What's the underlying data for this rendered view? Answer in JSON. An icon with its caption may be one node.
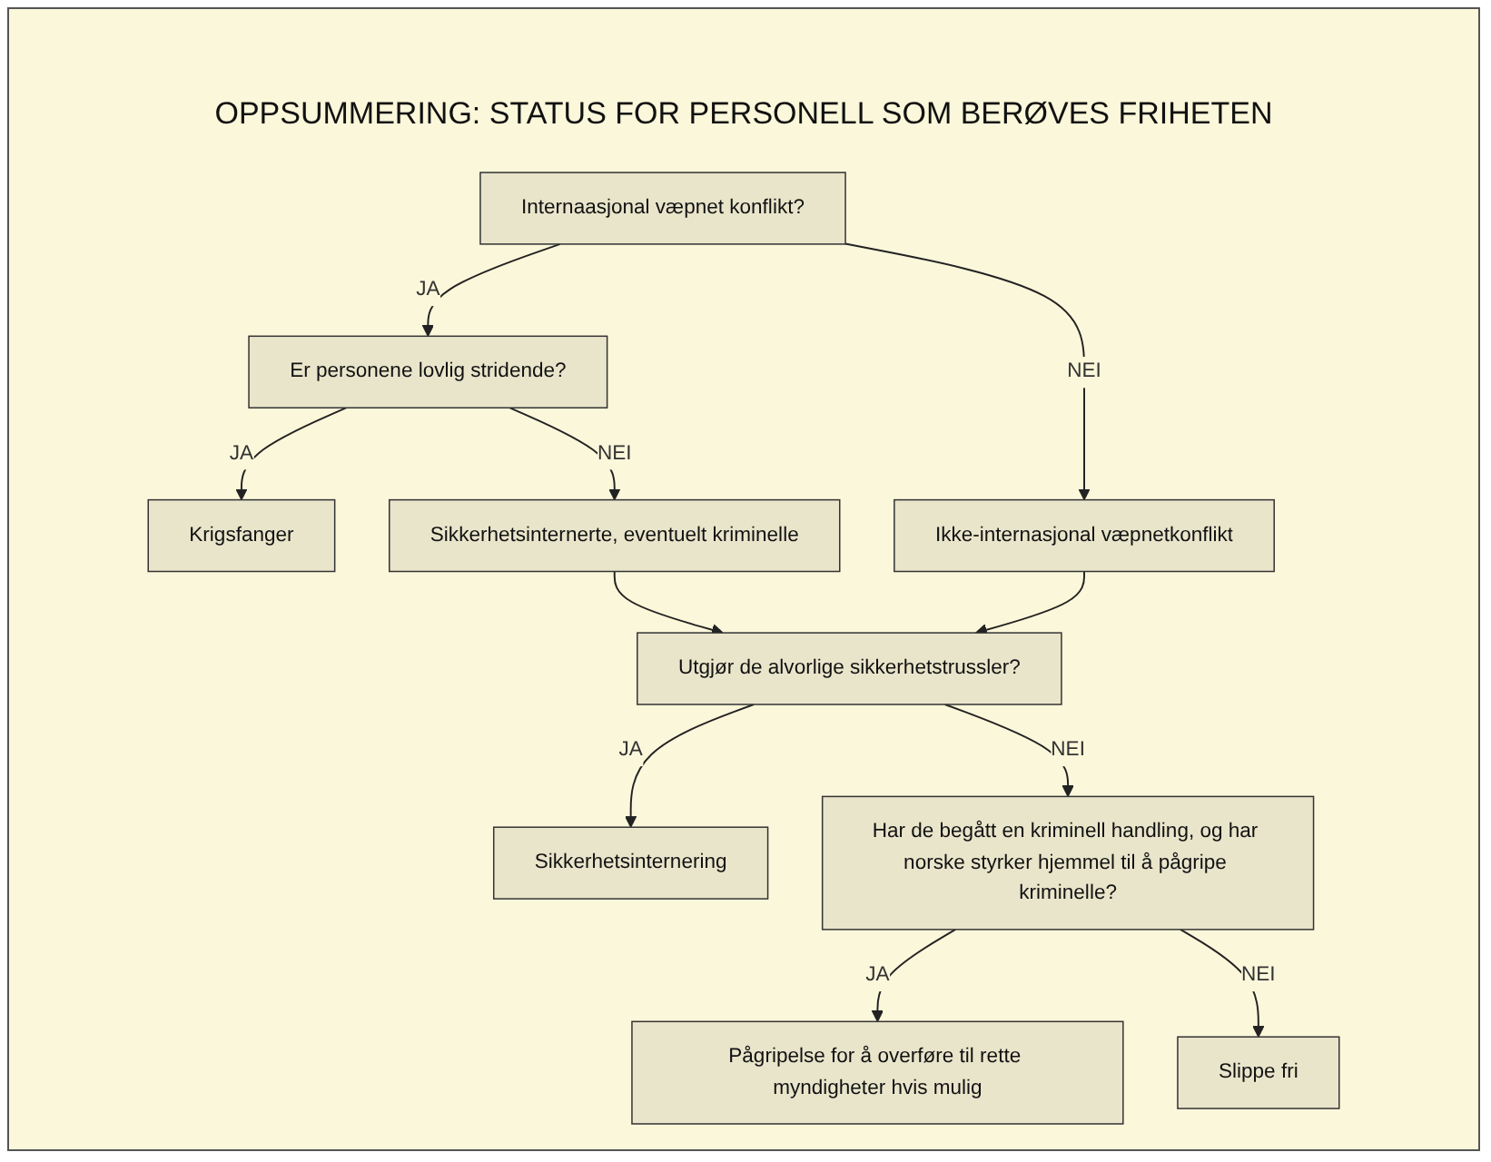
{
  "diagram": {
    "title": "OPPSUMMERING: STATUS FOR PERSONELL SOM BERØVES FRIHETEN",
    "nodes": [
      {
        "text": [
          "Internaasjonal væpnet konflikt?"
        ]
      },
      {
        "text": [
          "Er personene lovlig stridende?"
        ]
      },
      {
        "text": [
          "Ikke-internasjonal væpnetkonflikt"
        ]
      },
      {
        "text": [
          "Krigsfanger"
        ]
      },
      {
        "text": [
          "Sikkerhetsinternerte, eventuelt kriminelle"
        ]
      },
      {
        "text": [
          "Utgjør de alvorlige sikkerhetstrussler?"
        ]
      },
      {
        "text": [
          "Sikkerhetsinternering"
        ]
      },
      {
        "text": [
          "Har de begått en kriminell handling, og har norske styrker hjemmel til å pågripe kriminelle?"
        ]
      },
      {
        "text": [
          "Pågripelse for å overføre til rette myndigheter hvis mulig"
        ]
      },
      {
        "text": [
          "Slippe fri"
        ]
      }
    ],
    "edges": [
      {
        "from": 0,
        "to": 1,
        "arrow": "to",
        "label": "JA"
      },
      {
        "from": 0,
        "to": 2,
        "arrow": "to",
        "label": "NEI"
      },
      {
        "from": 1,
        "to": 3,
        "arrow": "to",
        "label": "JA"
      },
      {
        "from": 1,
        "to": 4,
        "arrow": "to",
        "label": "NEI"
      },
      {
        "from": 4,
        "to": 5,
        "arrow": "to"
      },
      {
        "from": 2,
        "to": 5,
        "arrow": "to"
      },
      {
        "from": 5,
        "to": 6,
        "arrow": "to",
        "label": "JA"
      },
      {
        "from": 5,
        "to": 7,
        "arrow": "to",
        "label": "NEI"
      },
      {
        "from": 7,
        "to": 8,
        "arrow": "to",
        "label": "JA"
      },
      {
        "from": 7,
        "to": 9,
        "arrow": "to",
        "label": "NEI"
      }
    ]
  }
}
